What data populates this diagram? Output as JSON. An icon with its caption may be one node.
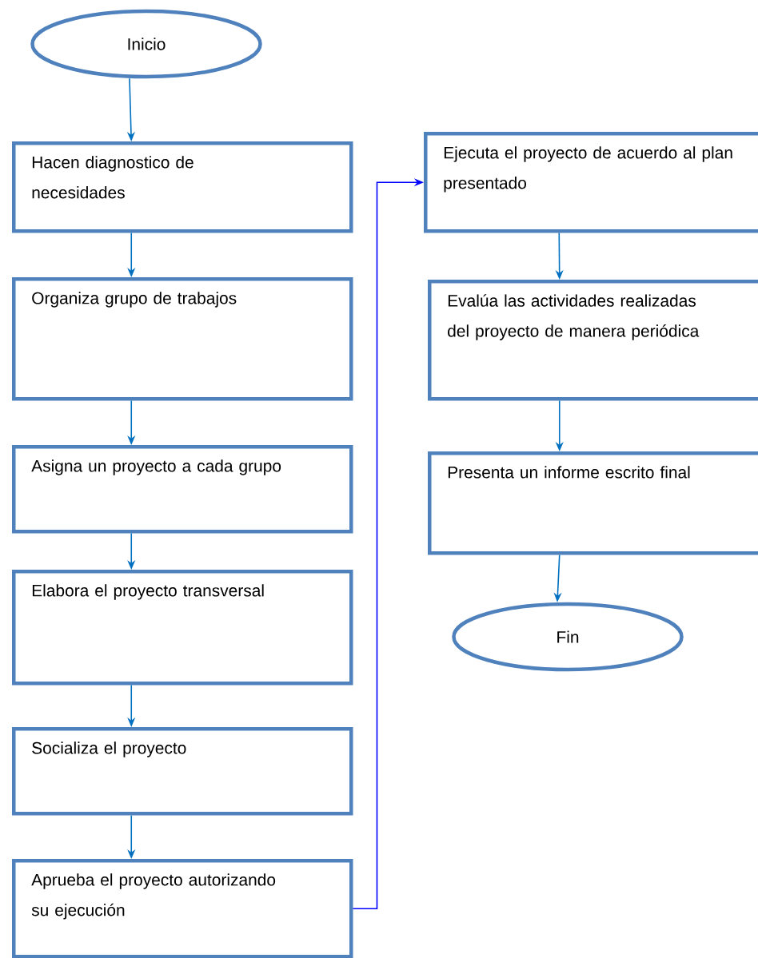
{
  "diagram": {
    "nodes": [
      {
        "text": [
          "Inicio"
        ]
      },
      {
        "text": [
          "Hacen diagnostico de necesidades"
        ]
      },
      {
        "text": [
          "Organiza grupo de trabajos"
        ]
      },
      {
        "text": [
          "Asigna un proyecto a cada grupo"
        ]
      },
      {
        "text": [
          "Elabora el proyecto transversal"
        ]
      },
      {
        "text": [
          "Socializa el proyecto"
        ]
      },
      {
        "text": [
          "Aprueba el proyecto autorizando su ejecución"
        ]
      },
      {
        "text": [
          "Ejecuta el proyecto de acuerdo al plan presentado"
        ]
      },
      {
        "text": [
          "Evalúa las actividades realizadas del proyecto de manera periódica"
        ]
      },
      {
        "text": [
          "Presenta un informe escrito final"
        ]
      },
      {
        "text": [
          "Fin"
        ]
      }
    ],
    "edges": [
      {
        "from": 0,
        "to": 1,
        "arrow": "to"
      },
      {
        "from": 1,
        "to": 2,
        "arrow": "to"
      },
      {
        "from": 2,
        "to": 3,
        "arrow": "to"
      },
      {
        "from": 3,
        "to": 4,
        "arrow": "to"
      },
      {
        "from": 4,
        "to": 5,
        "arrow": "to"
      },
      {
        "from": 5,
        "to": 6,
        "arrow": "to"
      },
      {
        "from": 6,
        "to": 7,
        "arrow": "to",
        "color": "#0000ff"
      },
      {
        "from": 7,
        "to": 8,
        "arrow": "to"
      },
      {
        "from": 8,
        "to": 9,
        "arrow": "to"
      },
      {
        "from": 9,
        "to": 10,
        "arrow": "to"
      }
    ]
  }
}
